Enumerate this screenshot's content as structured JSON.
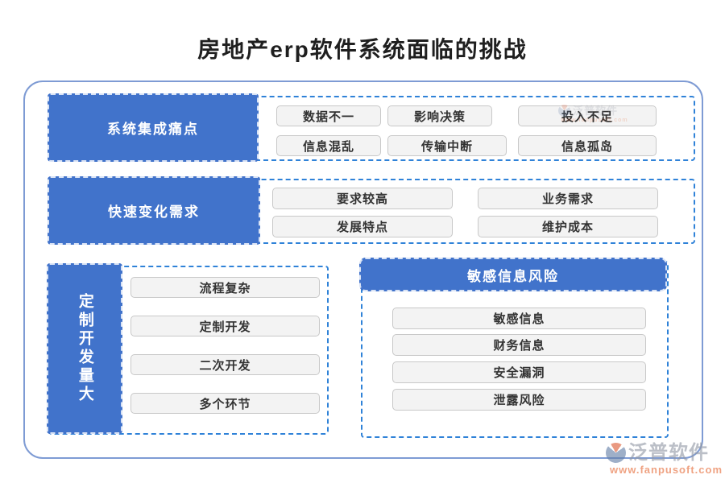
{
  "page": {
    "title": "房地产erp软件系统面临的挑战"
  },
  "colors": {
    "block_blue": "#4173cb",
    "dash_blue": "#2f82d8",
    "frame_blue": "#7e9bd4",
    "chip_bg": "#f3f3f3",
    "chip_border": "#c8c8c8",
    "brand_orange": "#e66a36"
  },
  "groups": [
    {
      "label": "系统集成痛点",
      "items": [
        "数据不一",
        "影响决策",
        "投入不足",
        "信息混乱",
        "传输中断",
        "信息孤岛"
      ]
    },
    {
      "label": "快速变化需求",
      "items": [
        "要求较高",
        "业务需求",
        "发展特点",
        "维护成本"
      ]
    },
    {
      "label": "定制开发量大",
      "items": [
        "流程复杂",
        "定制开发",
        "二次开发",
        "多个环节"
      ]
    },
    {
      "label": "敏感信息风险",
      "items": [
        "敏感信息",
        "财务信息",
        "安全漏洞",
        "泄露风险"
      ]
    }
  ],
  "branding": {
    "name": "泛普软件",
    "url": "www.fanpusoft.com",
    "icon": "fanpu-logo-icon"
  }
}
